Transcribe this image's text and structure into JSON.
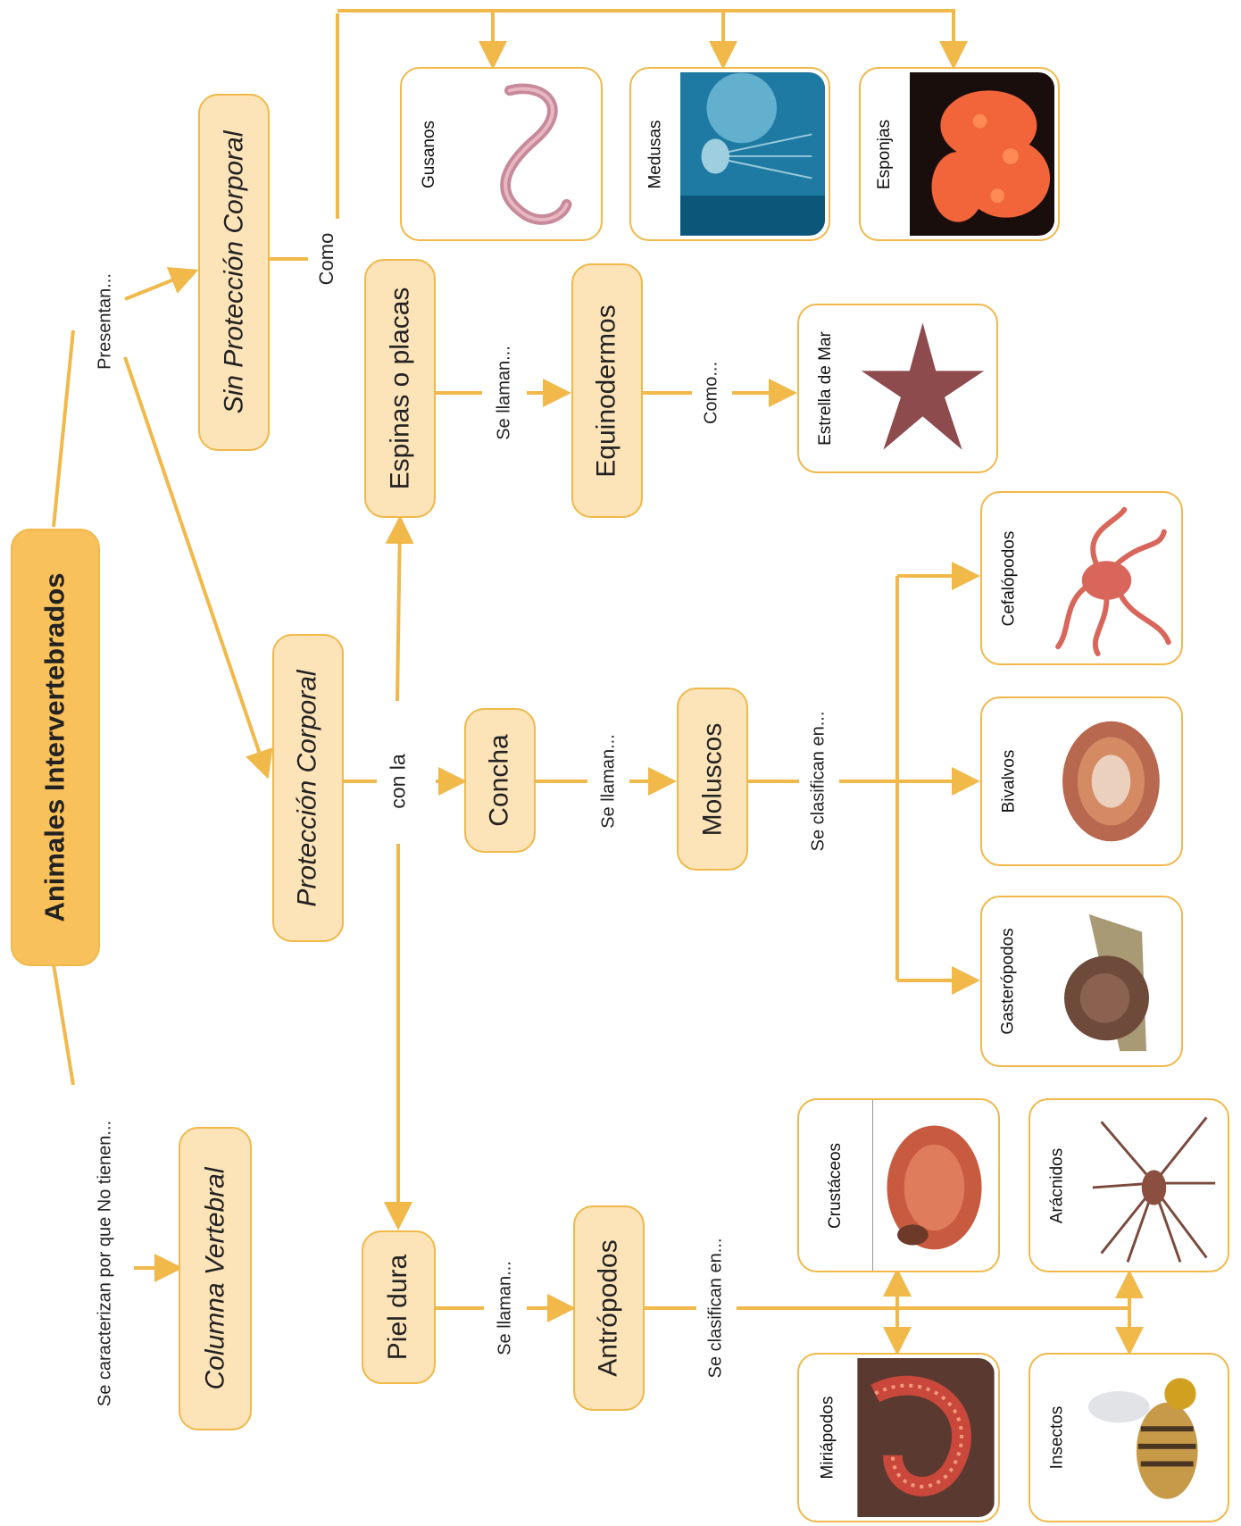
{
  "root": "Animales Intervertebrados",
  "links": {
    "presentan": "Presentan...",
    "se_caracterizan": "Se caracterizan por que No tienen...",
    "como": "Como",
    "con_la": "con la",
    "se_llaman_1": "Se llaman...",
    "se_llaman_2": "Se llaman...",
    "se_llaman_3": "Se llaman...",
    "como_2": "Como...",
    "se_clasifican_1": "Se clasifican en...",
    "se_clasifican_2": "Se clasifican en..."
  },
  "nodes": {
    "sin_proteccion": "Sin Protección Corporal",
    "proteccion": "Protección Corporal",
    "columna": "Columna Vertebral",
    "espinas": "Espinas o placas",
    "equinodermos": "Equinodermos",
    "concha": "Concha",
    "moluscos": "Moluscos",
    "piel_dura": "Piel dura",
    "artropodos": "Antrópodos"
  },
  "cards": {
    "gusanos": "Gusanos",
    "medusas": "Medusas",
    "esponjas": "Esponjas",
    "estrella": "Estrella de Mar",
    "cefalopodos": "Cefalópodos",
    "bivalvos": "Bivalvos",
    "gasteropodos": "Gasterópodos",
    "crustaceos": "Crustáceos",
    "aracnidos": "Arácnidos",
    "miriapodos": "Miriápodos",
    "insectos": "Insectos"
  },
  "colors": {
    "line": "#f1b84a",
    "node_fill": "#fde3b8",
    "root_fill": "#f8c15c"
  }
}
